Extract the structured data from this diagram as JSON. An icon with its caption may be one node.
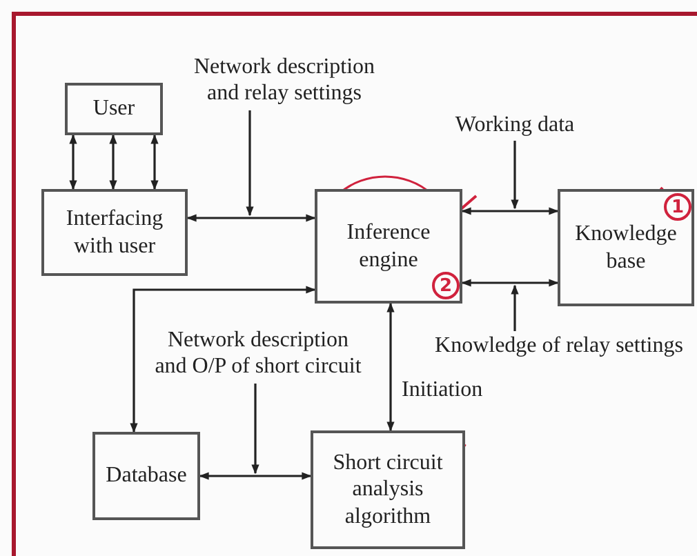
{
  "diagram": {
    "nodes": [
      {
        "text": [
          "User"
        ]
      },
      {
        "text": [
          "Interfacing with user"
        ]
      },
      {
        "text": [
          "Inference engine"
        ]
      },
      {
        "text": [
          "Knowledge base"
        ]
      },
      {
        "text": [
          "Database"
        ]
      },
      {
        "text": [
          "Short circuit analysis algorithm"
        ]
      },
      {
        "text": [
          "Network description and relay settings"
        ]
      },
      {
        "text": [
          "Working data"
        ]
      },
      {
        "text": [
          "Knowledge of relay settings"
        ]
      },
      {
        "text": [
          "Network description and O/P of short circuit"
        ]
      }
    ],
    "edges": [
      {
        "from": 0,
        "to": 1,
        "arrow": "both"
      },
      {
        "from": 0,
        "to": 1,
        "arrow": "both"
      },
      {
        "from": 0,
        "to": 1,
        "arrow": "both"
      },
      {
        "from": 1,
        "to": 2,
        "arrow": "both"
      },
      {
        "from": 2,
        "to": 3,
        "arrow": "both"
      },
      {
        "from": 2,
        "to": 3,
        "arrow": "both"
      },
      {
        "from": 2,
        "to": 4,
        "arrow": "both"
      },
      {
        "from": 4,
        "to": 5,
        "arrow": "both"
      },
      {
        "from": 2,
        "to": 5,
        "arrow": "both",
        "label": "Initiation"
      },
      {
        "from": 6,
        "to": null,
        "arrow": "to"
      },
      {
        "from": 7,
        "to": null,
        "arrow": "to"
      },
      {
        "from": 8,
        "to": null,
        "arrow": "to"
      },
      {
        "from": 9,
        "to": null,
        "arrow": "to"
      }
    ],
    "labels": [
      "1",
      "2"
    ]
  }
}
